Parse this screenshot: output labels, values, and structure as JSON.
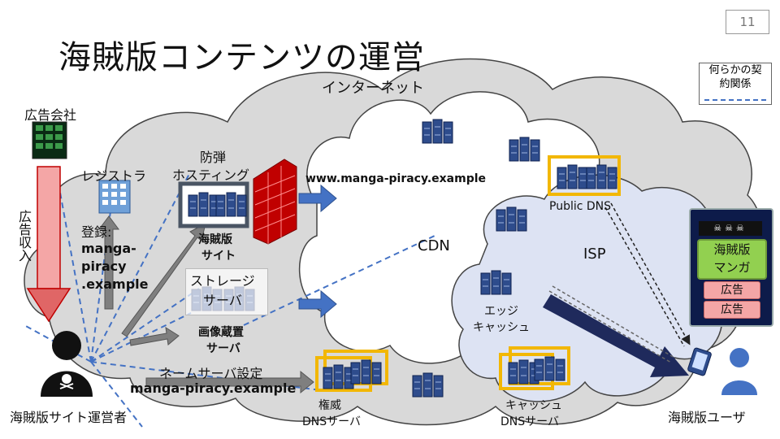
{
  "title": "海賊版コンテンツの運営",
  "page_number": "11",
  "legend": {
    "text": "何らかの契約関係"
  },
  "labels": {
    "ad_company": "広告会社",
    "revenue": "広告収入",
    "registrar": "レジストラ",
    "registration_prefix": "登録:",
    "registration_domain_1": "manga-",
    "registration_domain_2": "piracy",
    "registration_domain_3": ".example",
    "bulletproof_1": "防弾",
    "bulletproof_2": "ホスティング",
    "pirate_site_1": "海賊版",
    "pirate_site_2": "サイト",
    "storage_1": "ストレージ",
    "storage_2": "サーバ",
    "image_server_1": "画像蔵置",
    "image_server_2": "サーバ",
    "ns_setting": "ネームサーバ設定",
    "ns_domain": "manga-piracy.example",
    "operator": "海賊版サイト運営者",
    "internet": "インターネット",
    "domain_url": "www.manga-piracy.example",
    "public_dns": "Public DNS",
    "cdn": "CDN",
    "isp": "ISP",
    "edge_cache_1": "エッジ",
    "edge_cache_2": "キャッシュ",
    "auth_dns_1": "権威",
    "auth_dns_2": "DNSサーバ",
    "cache_dns_1": "キャッシュ",
    "cache_dns_2": "DNSサーバ",
    "user": "海賊版ユーザ"
  },
  "phone": {
    "header": "☠☠☠",
    "content_1": "海賊版",
    "content_2": "マンガ",
    "ad_1": "広告",
    "ad_2": "広告"
  },
  "colors": {
    "server_blue": "#2e4c8c",
    "highlight_yellow": "#f2b705",
    "firewall_red": "#c00000",
    "cloud_gray": "#d9d9d9",
    "isp_blue": "#dde3f3",
    "arrow_red": "#e06666",
    "dark_arrow": "#1f2a5c"
  }
}
